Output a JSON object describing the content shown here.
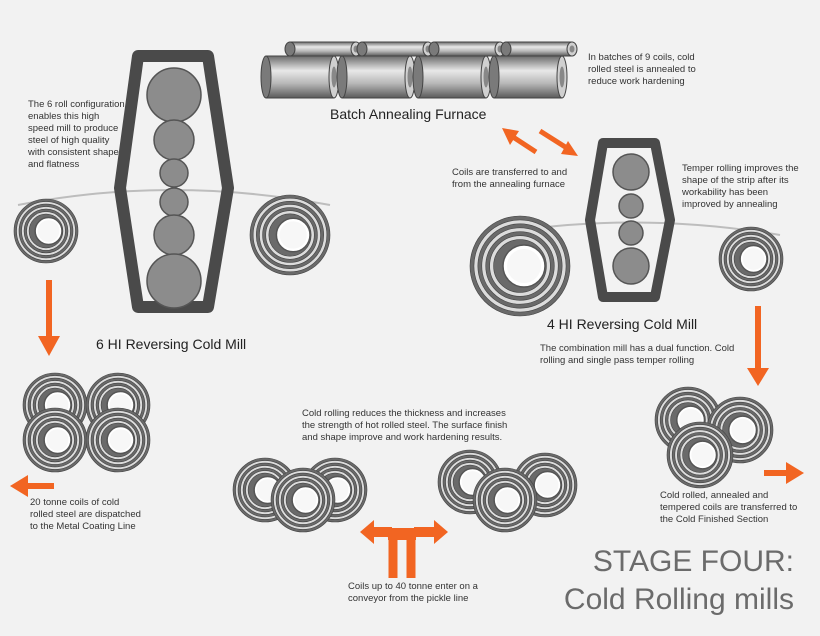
{
  "labels": {
    "batch_furnace": "Batch Annealing Furnace",
    "mill_6hi": "6 HI Reversing Cold Mill",
    "mill_4hi": "4 HI Reversing Cold Mill"
  },
  "notes": {
    "batch_furnace": "In batches of 9 coils, cold rolled steel is annealed to reduce work hardening",
    "six_roll": "The 6 roll configuration enables this high speed mill to produce steel of high quality with consistent shape and flatness",
    "transfer": "Coils are transferred to and from the annealing furnace",
    "temper": "Temper rolling improves the shape of the strip after its workability has been improved by annealing",
    "combination": "The combination mill has a dual function. Cold rolling and single pass temper rolling",
    "cold_rolling": "Cold rolling reduces the thickness and increases the strength of hot rolled steel. The surface finish and shape improve and work hardening results.",
    "dispatch": "20 tonne coils of cold rolled steel are dispatched to the Metal Coating Line",
    "finished": "Cold rolled, annealed and tempered coils are transferred to the Cold Finished Section",
    "entry": "Coils up to 40 tonne enter on a conveyor from the pickle line"
  },
  "stage": {
    "line1": "STAGE FOUR:",
    "line2": "Cold Rolling mills"
  },
  "colors": {
    "accent": "#f26522",
    "frame": "#4a4a4a",
    "roll": "#8c8c8c",
    "coil_dark": "#555555",
    "coil_light": "#dcdcdc"
  },
  "icons": [
    "coil-icon",
    "roll-stand-icon",
    "arrow-icon"
  ]
}
